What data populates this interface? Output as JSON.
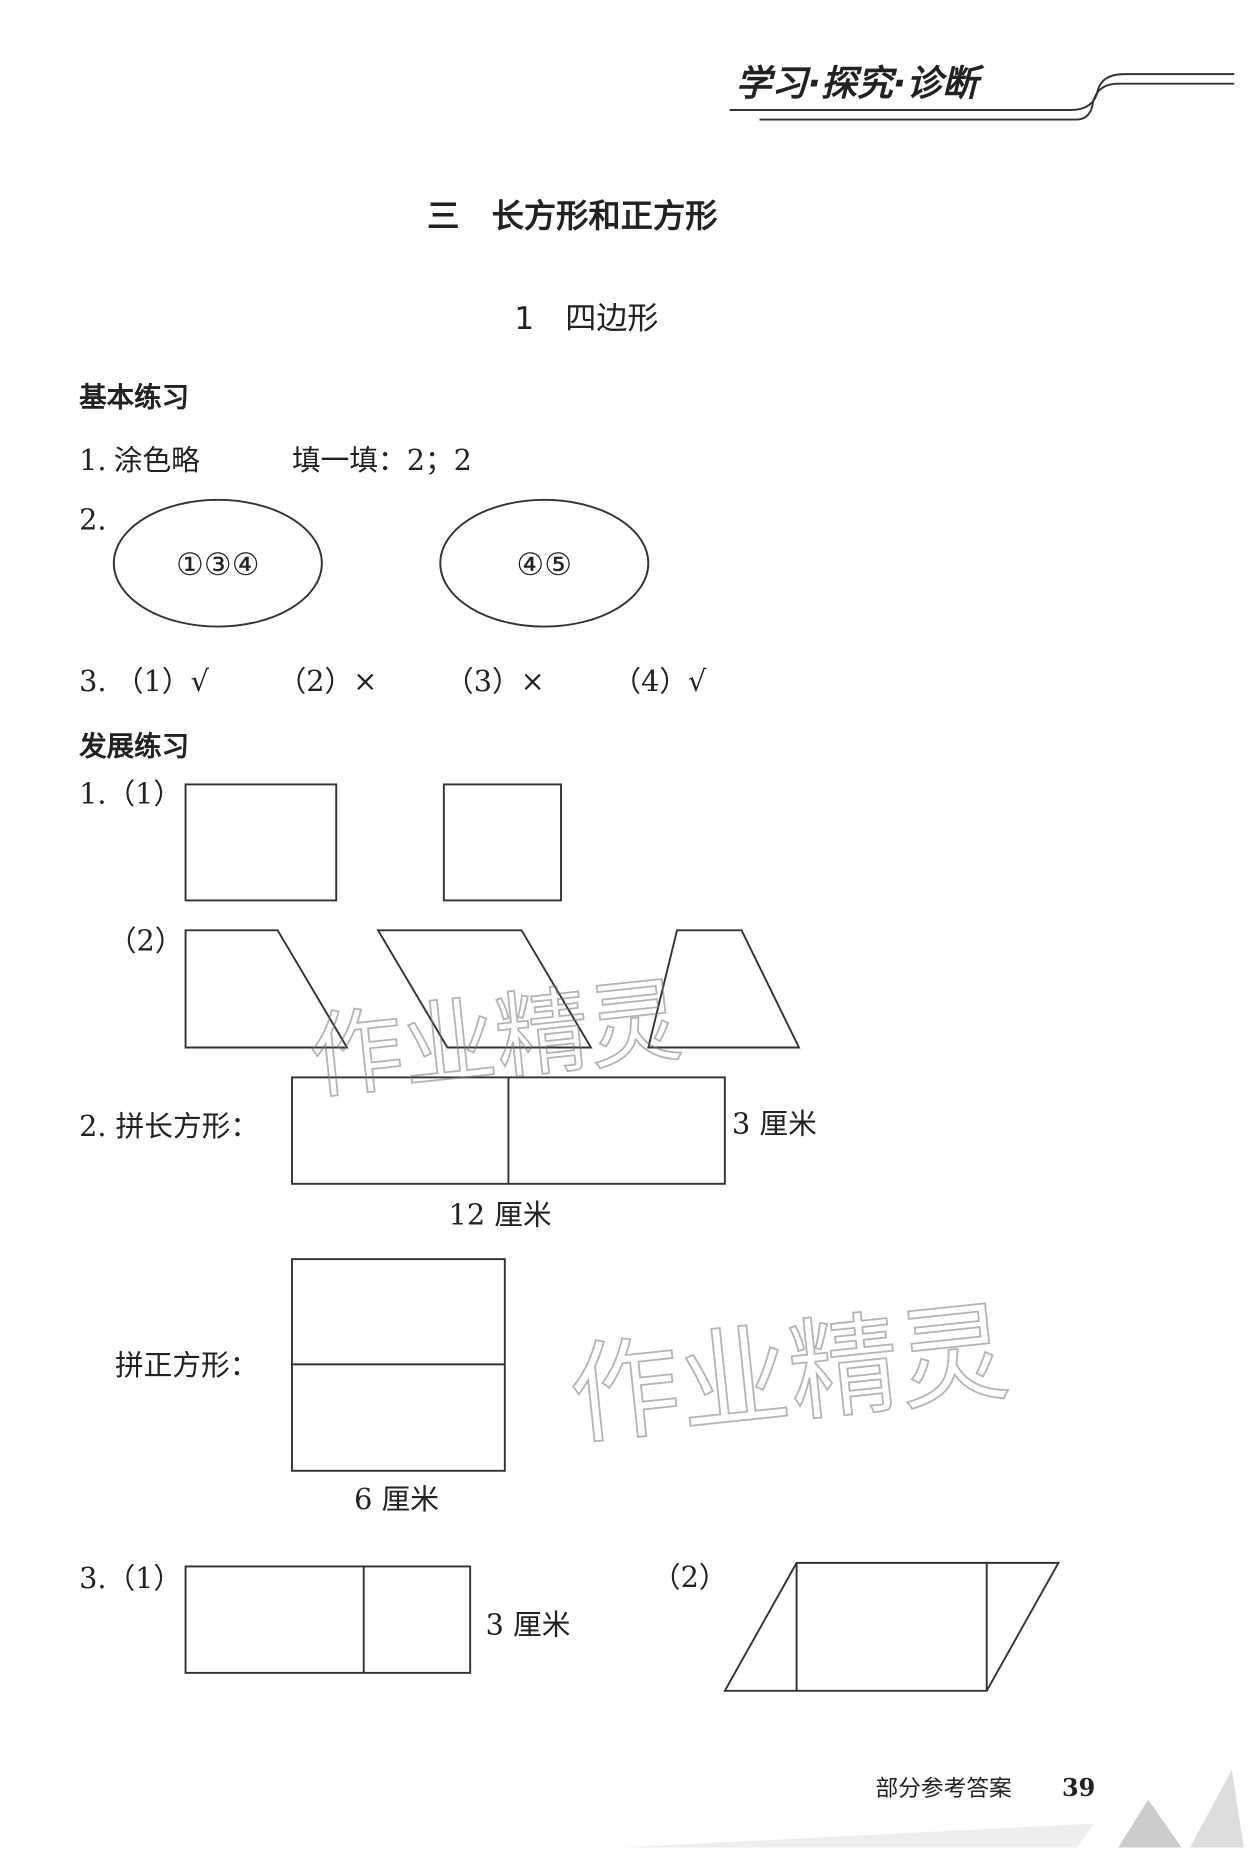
{
  "header": {
    "section_banner": "学习·探究·诊断"
  },
  "chapter_title": "三　长方形和正方形",
  "lesson_title": "1　四边形",
  "basic": {
    "heading": "基本练习",
    "q1_label": "1.",
    "q1_a": "涂色略",
    "q1_b": "填一填：2；2",
    "q2_label": "2.",
    "q2_set1": "①③④",
    "q2_set2": "④⑤",
    "q3_label": "3.",
    "q3_items": [
      "（1）√",
      "（2）×",
      "（3）×",
      "（4）√"
    ]
  },
  "develop": {
    "heading": "发展练习",
    "q1_label": "1.（1）",
    "q1_sub2": "（2）",
    "q2_label": "2. 拼长方形：",
    "q2_height": "3 厘米",
    "q2_width": "12 厘米",
    "q2_square_label": "拼正方形：",
    "q2_square_side": "6 厘米",
    "q3_label": "3.（1）",
    "q3_height": "3 厘米",
    "q3_sub2": "（2）"
  },
  "watermark": "作业精灵",
  "footer": {
    "label": "部分参考答案",
    "page_number": "39"
  }
}
